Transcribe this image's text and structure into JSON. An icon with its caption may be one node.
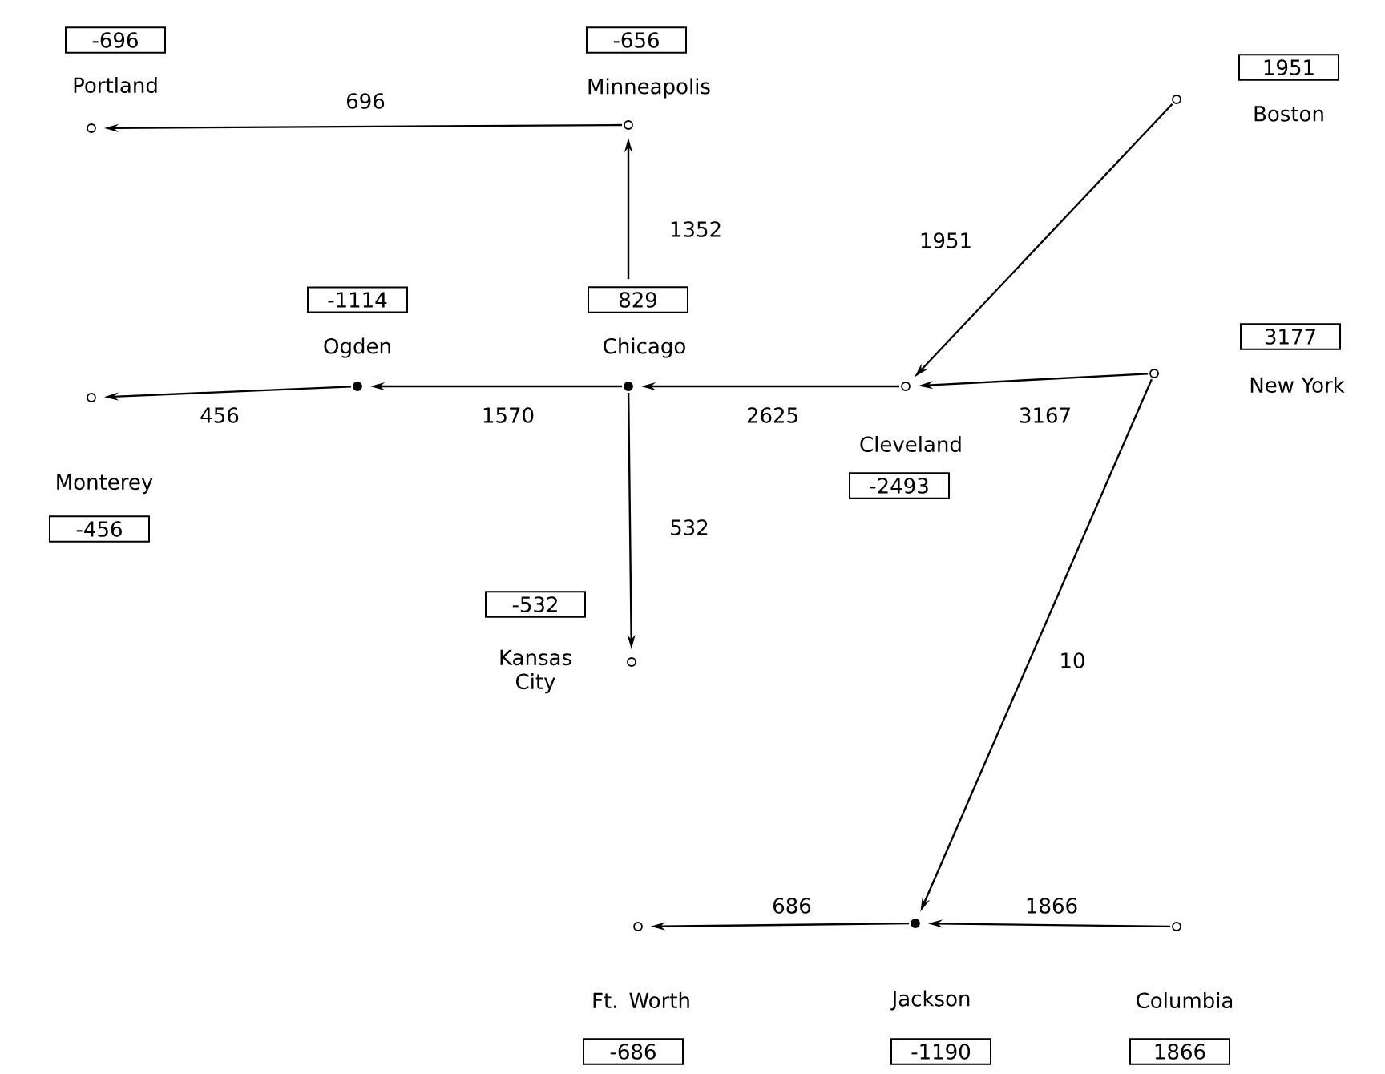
{
  "diagram": {
    "nodes": [
      {
        "text": [
          "-696",
          "Portland"
        ]
      },
      {
        "text": [
          "-656",
          "Minneapolis"
        ]
      },
      {
        "text": [
          "1951",
          "Boston"
        ]
      },
      {
        "text": [
          "-1114",
          "Ogden"
        ]
      },
      {
        "text": [
          "829",
          "Chicago"
        ]
      },
      {
        "text": [
          "Cleveland",
          "-2493"
        ]
      },
      {
        "text": [
          "3177",
          "New York"
        ]
      },
      {
        "text": [
          "Monterey",
          "-456"
        ]
      },
      {
        "text": [
          "-532",
          "Kansas City"
        ]
      },
      {
        "text": [
          "Ft. Worth",
          "-686"
        ]
      },
      {
        "text": [
          "Jackson",
          "-1190"
        ]
      },
      {
        "text": [
          "Columbia",
          "1866"
        ]
      }
    ],
    "edges": [
      {
        "from": 1,
        "to": 0,
        "arrow": "to",
        "label": "696"
      },
      {
        "from": 4,
        "to": 1,
        "arrow": "to",
        "label": "1352"
      },
      {
        "from": 2,
        "to": 5,
        "arrow": "to",
        "label": "1951"
      },
      {
        "from": 6,
        "to": 5,
        "arrow": "to",
        "label": "3167"
      },
      {
        "from": 5,
        "to": 4,
        "arrow": "to",
        "label": "2625"
      },
      {
        "from": 4,
        "to": 3,
        "arrow": "to",
        "label": "1570"
      },
      {
        "from": 3,
        "to": 7,
        "arrow": "to",
        "label": "456"
      },
      {
        "from": 4,
        "to": 8,
        "arrow": "to",
        "label": "532"
      },
      {
        "from": 6,
        "to": 10,
        "arrow": "to",
        "label": "10"
      },
      {
        "from": 10,
        "to": 9,
        "arrow": "to",
        "label": "686"
      },
      {
        "from": 11,
        "to": 10,
        "arrow": "to",
        "label": "1866"
      }
    ]
  }
}
